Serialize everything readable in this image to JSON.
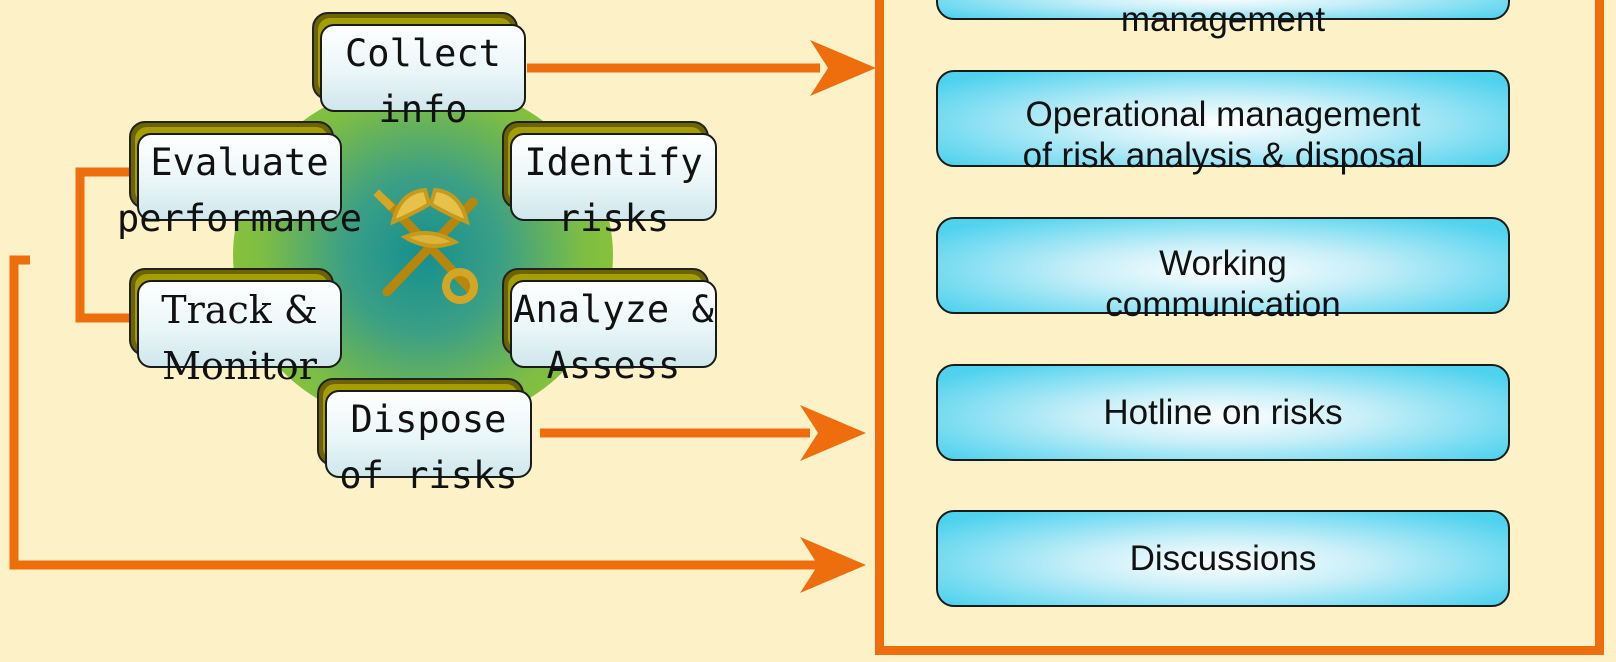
{
  "cycle": {
    "nodes": {
      "collect": {
        "line1": "Collect",
        "line2": "info"
      },
      "identify": {
        "line1": "Identify",
        "line2": "risks"
      },
      "analyze": {
        "line1": "Analyze &",
        "line2": "Assess"
      },
      "dispose": {
        "line1": "Dispose",
        "line2": "of risks"
      },
      "track": {
        "line1": "Track &",
        "line2": "Monitor"
      },
      "evaluate": {
        "line1": "Evaluate",
        "line2": "performance"
      }
    },
    "emblem_icon": "customs-emblem-icon",
    "disc_colors": [
      "#14908e",
      "#9ccb22"
    ]
  },
  "panel": {
    "items": [
      {
        "line1": "management",
        "line2": ""
      },
      {
        "line1": "Operational management",
        "line2": "of risk analysis & disposal"
      },
      {
        "line1": "Working",
        "line2": "communication"
      },
      {
        "line1": "Hotline on risks",
        "line2": ""
      },
      {
        "line1": "Discussions",
        "line2": ""
      }
    ]
  },
  "colors": {
    "arrow": "#ee6d0c",
    "background": "#fdf2c7",
    "pill": "#4fd2ee"
  }
}
